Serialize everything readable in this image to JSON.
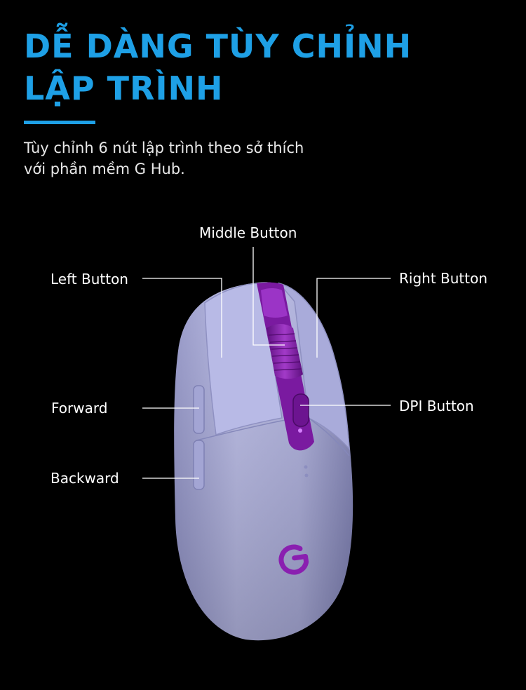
{
  "headline": {
    "line1": "DỄ DÀNG TÙY CHỈNH",
    "line2": "LẬP TRÌNH"
  },
  "subtitle": {
    "line1": "Tùy chỉnh 6 nút lập trình theo sở thích",
    "line2": "với phần mềm G Hub."
  },
  "callouts": {
    "middle": "Middle Button",
    "left": "Left Button",
    "right": "Right Button",
    "forward": "Forward",
    "dpi": "DPI Button",
    "backward": "Backward"
  },
  "logo": {
    "letter": "G"
  },
  "colors": {
    "background": "#000000",
    "headline": "#1ea0e6",
    "accent": "#1ea0e6",
    "mouse_body": "#aeb0dc",
    "mouse_accent": "#8a1fb0",
    "leader_line": "#ffffff"
  },
  "icons": [
    "mouse-image",
    "g-logo-icon"
  ]
}
